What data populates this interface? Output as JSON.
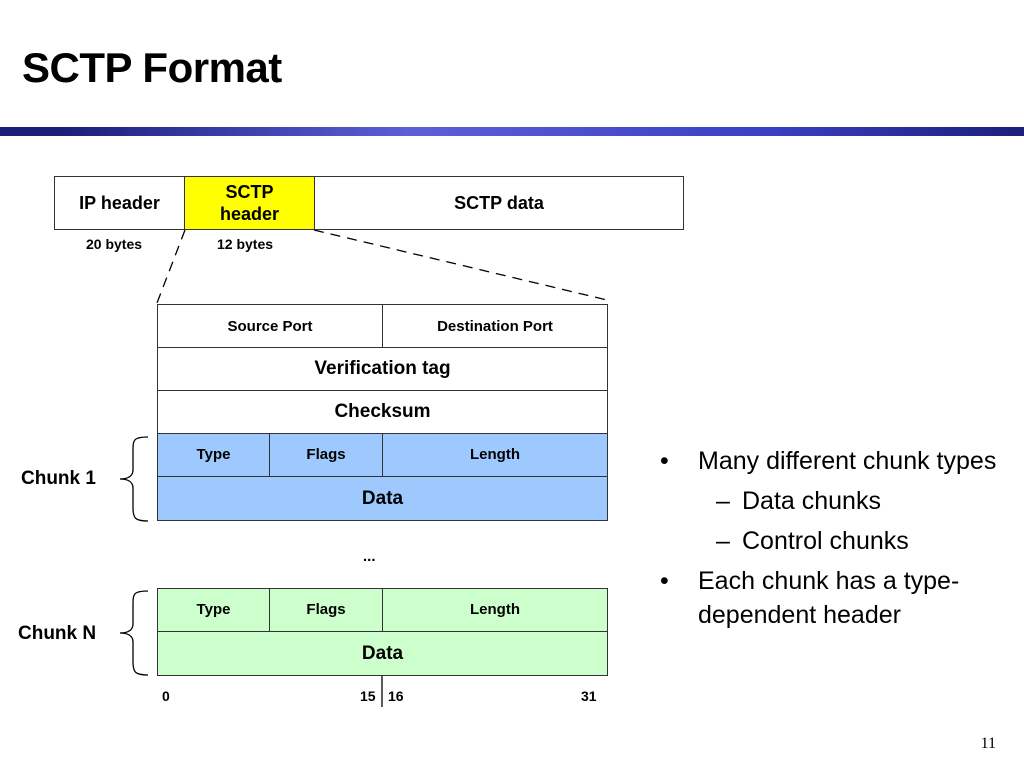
{
  "slide": {
    "title": "SCTP Format",
    "page_number": "11"
  },
  "packet": {
    "ip_header": "IP header",
    "sctp_header": "SCTP header",
    "sctp_data": "SCTP data",
    "ip_size": "20 bytes",
    "sctp_size": "12 bytes"
  },
  "header_fields": {
    "source_port": "Source Port",
    "destination_port": "Destination Port",
    "verification_tag": "Verification tag",
    "checksum": "Checksum"
  },
  "chunk1": {
    "label": "Chunk 1",
    "type": "Type",
    "flags": "Flags",
    "length": "Length",
    "data": "Data"
  },
  "ellipsis": "...",
  "chunkN": {
    "label": "Chunk N",
    "type": "Type",
    "flags": "Flags",
    "length": "Length",
    "data": "Data"
  },
  "bit_labels": {
    "b0": "0",
    "b15": "15",
    "b16": "16",
    "b31": "31"
  },
  "bullets": {
    "b1": "Many different chunk types",
    "sub1": "Data chunks",
    "sub2": "Control chunks",
    "b2": "Each chunk has a type-dependent header",
    "bullet_char": "•",
    "dash_char": "–"
  },
  "colors": {
    "sctp_header": "#ffff00",
    "chunk1": "#9ec9ff",
    "chunkN": "#ccffcc",
    "rule": "#2a2fb0"
  }
}
